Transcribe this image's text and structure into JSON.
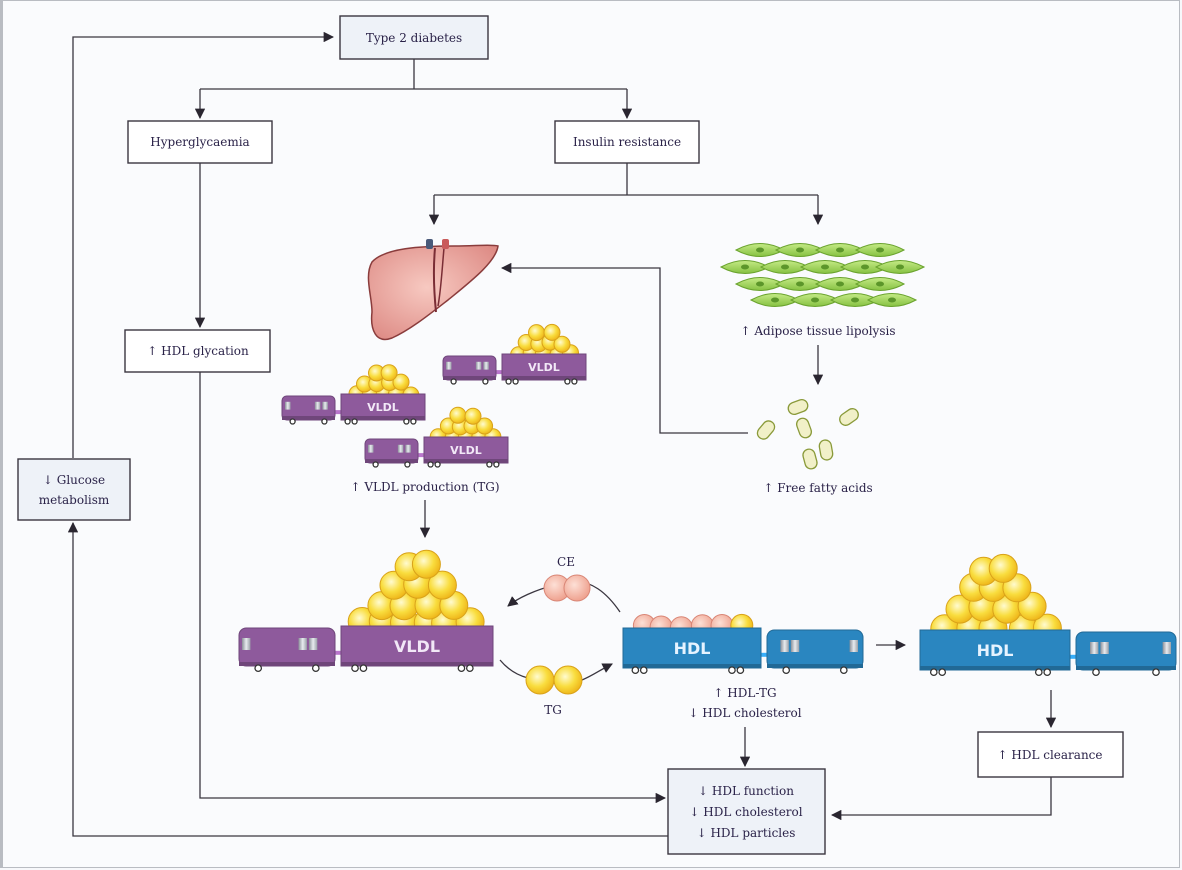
{
  "diagram": {
    "nodes": {
      "type2_diabetes": "Type 2 diabetes",
      "hyperglycaemia": "Hyperglycaemia",
      "insulin_resistance": "Insulin resistance",
      "hdl_glycation": "↑ HDL glycation",
      "glucose_metabolism_line1": "↓ Glucose",
      "glucose_metabolism_line2": "metabolism",
      "adipose_lipolysis": "↑ Adipose tissue lipolysis",
      "free_fatty_acids": "↑ Free fatty acids",
      "vldl_production": "↑ VLDL production (TG)",
      "hdl_tg": "↑ HDL-TG",
      "hdl_cholesterol_down": "↓ HDL cholesterol",
      "hdl_clearance": "↑ HDL clearance",
      "outcome_line1": "↓ HDL function",
      "outcome_line2": "↓ HDL cholesterol",
      "outcome_line3": "↓ HDL particles"
    },
    "exchange": {
      "ce_label": "CE",
      "tg_label": "TG"
    },
    "cars": {
      "vldl_label": "VLDL",
      "hdl_label": "HDL"
    },
    "icons": [
      "liver-icon",
      "adipose-tissue-icon",
      "fatty-acid-icon",
      "lipoprotein-train-icon"
    ],
    "colors": {
      "vldl_purple": "#8e5a9c",
      "hdl_blue": "#2a86c0",
      "tg_yellow": "#f7d43a",
      "ce_pink": "#f2a998",
      "liver": "#e9a09a",
      "adipose_green": "#9fd25a",
      "line": "#3a3640"
    }
  }
}
